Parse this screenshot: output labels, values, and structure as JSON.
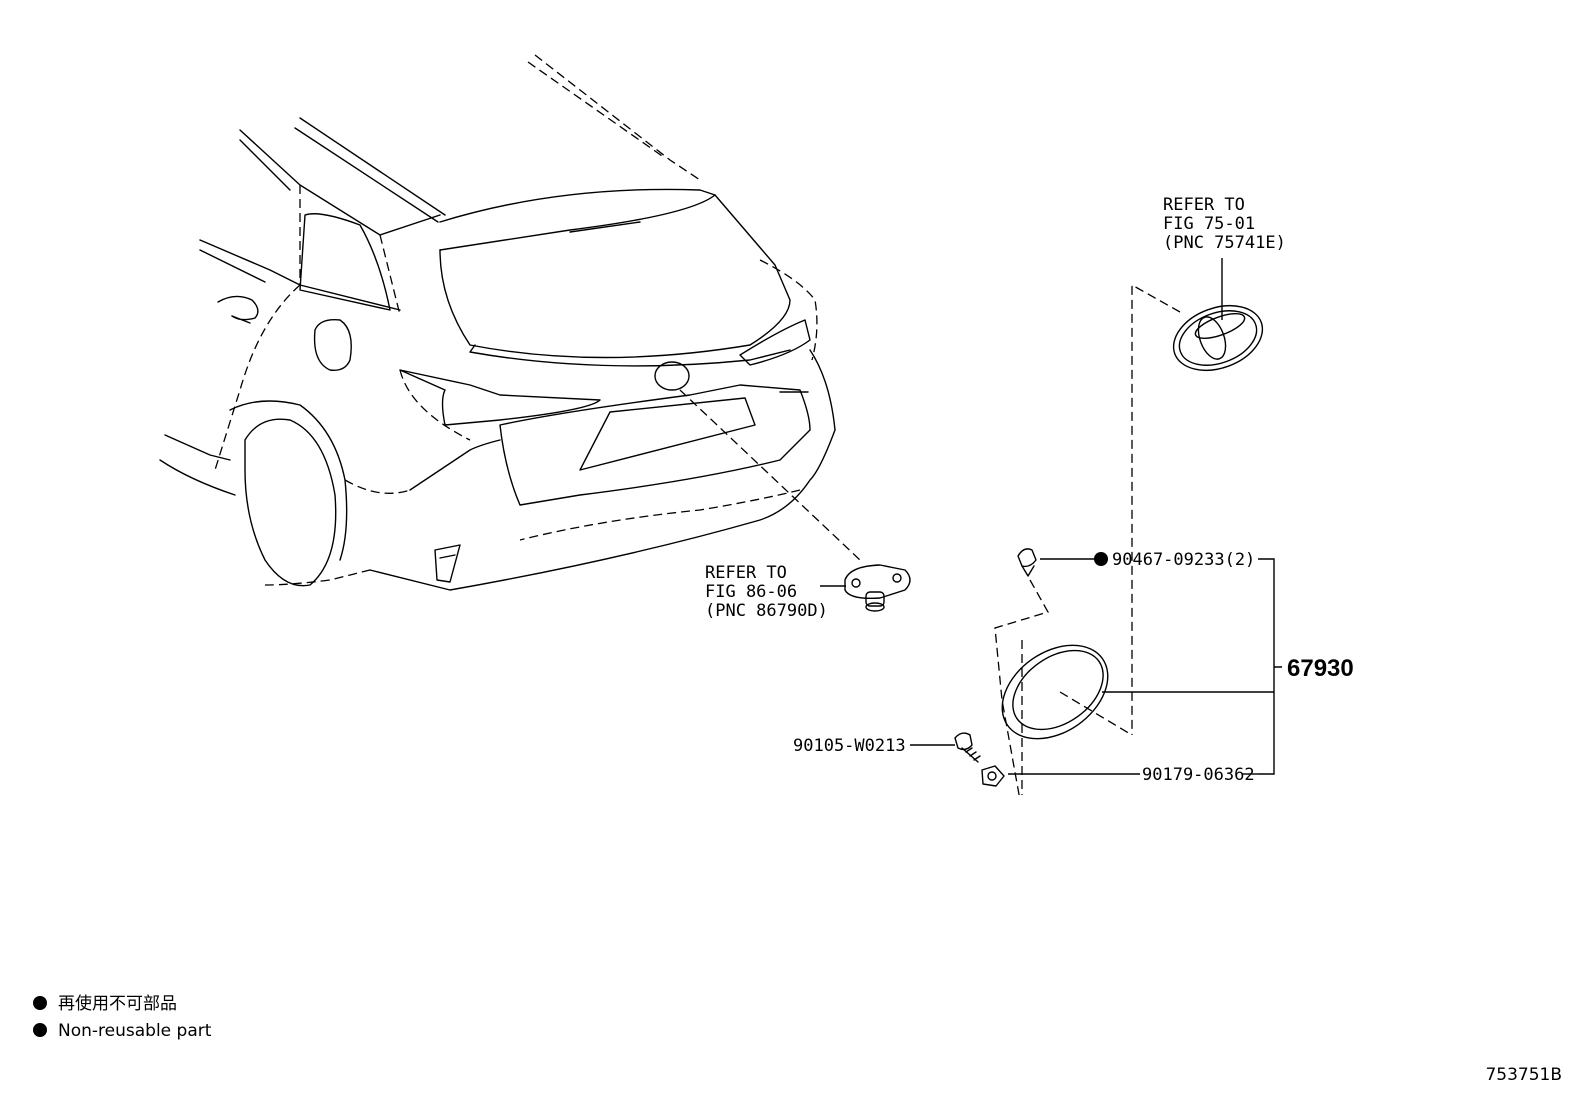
{
  "callouts": {
    "emblem_ref": {
      "line1": "REFER TO",
      "line2": "FIG 75-01",
      "line3": "(PNC 75741E)"
    },
    "camera_ref": {
      "line1": "REFER TO",
      "line2": "FIG 86-06",
      "line3": "(PNC 86790D)"
    },
    "clip": "90467-09233(2)",
    "assembly": "67930",
    "screw": "90105-W0213",
    "nut": "90179-06362"
  },
  "legend": {
    "line_ja": "再使用不可部品",
    "line_en": "Non-reusable part"
  },
  "diagram_id": "753751B"
}
